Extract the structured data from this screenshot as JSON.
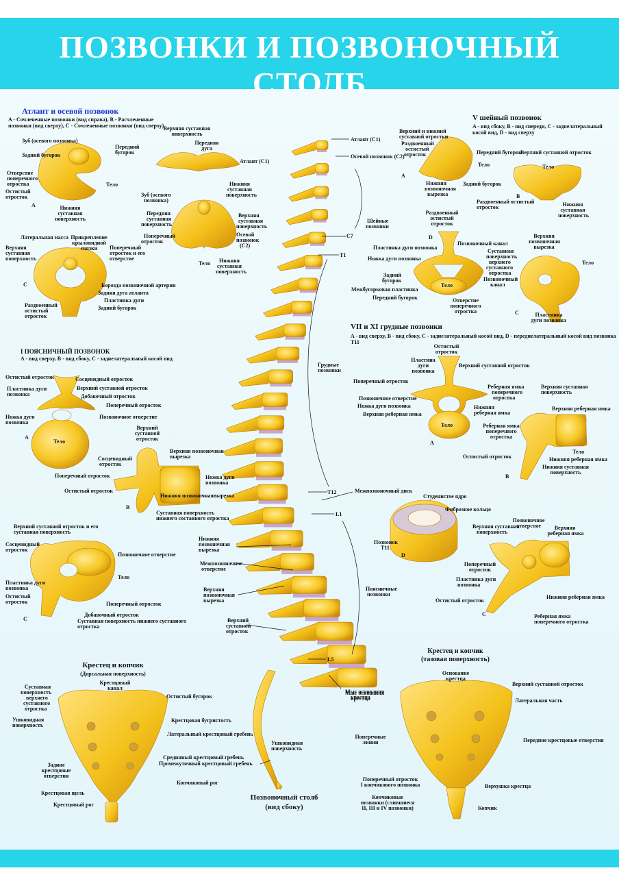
{
  "title": "ПОЗВОНКИ И ПОЗВОНОЧНЫЙ СТОЛБ",
  "colors": {
    "title_bar": "#27d4ea",
    "bone": "#f4c21b",
    "bone_dark": "#c98a0a",
    "disc": "#c9a6c9",
    "background": "#eaf7fb"
  },
  "atlas": {
    "heading": "Атлант и осевой позвонок",
    "description1": "A - Сочлененные позвонки (вид справа), B - Расчлененные",
    "description2": "позвонки (вид сверху), C - Сочлененные позвонки (вид сверху)",
    "labels": {
      "dens_axis": "Зуб (осевого позвонка)",
      "posterior_tubercle": "Задний бугорок",
      "transverse_foramen1": "Отверстие",
      "transverse_foramen2": "поперечного",
      "transverse_foramen3": "отростка",
      "spinous1": "Остистый",
      "spinous2": "отросток",
      "a": "A",
      "anterior_tubercle1": "Передний",
      "anterior_tubercle2": "бугорок",
      "body": "Тело",
      "inferior_articular1": "Нижняя",
      "inferior_articular2": "суставная",
      "inferior_articular3": "поверхность",
      "upper_surface1": "Верхняя суставная",
      "upper_surface2": "поверхность",
      "anterior_arch1": "Передняя",
      "anterior_arch2": "дуга",
      "atlas_c1": "Атлант (C1)",
      "lower_surface1": "Нижняя",
      "lower_surface2": "суставная",
      "lower_surface3": "поверхность",
      "dens_b1": "Зуб (осевого",
      "dens_b2": "позвонка)",
      "anterior_surface1": "Передняя",
      "anterior_surface2": "суставная",
      "anterior_surface3": "поверхность",
      "upper_art_b1": "Верхняя",
      "upper_art_b2": "суставная",
      "upper_art_b3": "поверхность",
      "transverse_process1": "Поперечный",
      "transverse_process2": "отросток",
      "axis1": "Осевой",
      "axis2": "позвонок",
      "axis3": "(C2)",
      "body_b": "Тело",
      "lower_b1": "Нижняя",
      "lower_b2": "суставная",
      "lower_b3": "поверхность",
      "lateral_mass": "Латеральная масса",
      "ligament1": "Прикрепление",
      "ligament2": "крыловидной",
      "ligament3": "связки",
      "upper_c1": "Верхняя",
      "upper_c2": "суставная",
      "upper_c3": "поверхность",
      "transverse_c1": "Поперечный",
      "transverse_c2": "отросток и его",
      "transverse_c3": "отверстие",
      "c": "C",
      "groove": "Борозда позвоночной артерии",
      "posterior_arch": "Задняя дуга атланта",
      "lamina": "Пластинка дуги",
      "posterior_tub": "Задний бугорок",
      "bifid1": "Раздвоенный",
      "bifid2": "остистый",
      "bifid3": "отросток"
    }
  },
  "lumbar": {
    "heading": "I ПОЯСНИЧНЫЙ ПОЗВОНОК",
    "description": "A - вид сверху, B - вид сбоку, C - заднелатеральный косой вид",
    "labels": {
      "spinous": "Остистый отросток",
      "mamillary": "Сосцевидный отросток",
      "lamina1": "Пластинка дуги",
      "lamina2": "позвонка",
      "superior_art": "Верхний суставной отросток",
      "accessory": "Добавочный отросток",
      "transverse": "Поперечный отросток",
      "pedicle1": "Ножка дуги",
      "pedicle2": "позвонка",
      "foramen": "Позвоночное отверстие",
      "body": "Тело",
      "a": "A",
      "sup_art_b1": "Верхний",
      "sup_art_b2": "суставной",
      "sup_art_b3": "отросток",
      "upper_notch1": "Верхняя позвоночная",
      "upper_notch2": "вырезка",
      "mamillary_b1": "Сосцевидный",
      "mamillary_b2": "отросток",
      "transverse_b": "Поперечный отросток",
      "pedicle_b1": "Ножка дуги",
      "pedicle_b2": "позвонка",
      "spinous_b": "Остистый отросток",
      "b": "B",
      "lower_notch": "Нижняя позвоночнаявырезка",
      "art_surface1": "Суставная поверхность",
      "art_surface2": "нижнего составного отростка",
      "sup_art_c1": "Верхний суставной отросток и его",
      "sup_art_c2": "суставная поверхность",
      "mamillary_c1": "Сосцевидный",
      "mamillary_c2": "отросток",
      "foramen_c": "Позвоночное отверстие",
      "body_c": "Тело",
      "lamina_c1": "Пластинка дуги",
      "lamina_c2": "позвонка",
      "spinous_c1": "Остистый",
      "spinous_c2": "отросток",
      "transverse_c": "Поперечный отросток",
      "accessory_c": "Добавочный отросток",
      "art_surface_c": "Суставная поверхность нижнего суставного",
      "art_surface_c2": "отростка",
      "c": "C"
    }
  },
  "sacrum_dorsal": {
    "heading": "Крестец и копчик",
    "subheading": "(Дорсальная поверхность)",
    "labels": {
      "art_surface1": "Суставная",
      "art_surface2": "поверхность",
      "art_surface3": "верхнего",
      "art_surface4": "суставного",
      "art_surface5": "отростка",
      "canal1": "Крестцовый",
      "canal2": "канал",
      "spinous_tub": "Остистый бугорок",
      "auricular1": "Ушковидная",
      "auricular2": "поверхность",
      "tuberosity": "Крестцовая бугристость",
      "lateral_crest": "Латеральный крестцовый гребень",
      "posterior_foramina1": "Задние",
      "posterior_foramina2": "крестцовые",
      "posterior_foramina3": "отверстия",
      "median_crest": "Срединный крестцовый гребень",
      "intermediate_crest": "Промежуточный крестцовый гребень",
      "hiatus": "Крестцовая щель",
      "coccygeal_horn": "Копчиковый рог",
      "sacral_horn": "Крестцовый рог"
    }
  },
  "spine": {
    "caption1": "Позвоночный столб",
    "caption2": "(вид сбоку)",
    "labels": {
      "atlas": "Атлант (C1)",
      "axis": "Осевой позвонок (C2)",
      "cervical1": "Шейные",
      "cervical2": "позвонки",
      "c7": "C7",
      "t1": "T1",
      "thoracic1": "Грудные",
      "thoracic2": "позвонки",
      "t12": "T12",
      "l1": "L1",
      "lumbar1": "Поясничные",
      "lumbar2": "позвонки",
      "l5": "L5",
      "inf_notch1": "Нижняя",
      "inf_notch2": "позвоночная",
      "inf_notch3": "вырезка",
      "foramen1": "Межпозвоночное",
      "foramen2": "отверстие",
      "sup_notch1": "Верхняя",
      "sup_notch2": "позвоночная",
      "sup_notch3": "вырезка",
      "sup_art1": "Верхний",
      "sup_art2": "суставной",
      "sup_art3": "отросток",
      "promontory1": "Мыс основания",
      "promontory2": "крестца",
      "auricular1": "Ушковидная",
      "auricular2": "поверхность"
    }
  },
  "cervical": {
    "heading": "V шейный позвонок",
    "description1": "A - вид сбоку, B - вид спереди, C - заднелатеральный",
    "description2": "косой вид, D - вид сверху",
    "labels": {
      "art1": "Верхний и нижний",
      "art2": "суставной отростки",
      "bifid1": "Раздвоенный",
      "bifid2": "остистый",
      "bifid3": "отросток",
      "ant_tub": "Передний бугорок",
      "body": "Тело",
      "post_tub": "Задний бугорок",
      "a": "A",
      "low_notch1": "Нижняя",
      "low_notch2": "позвоночная",
      "low_notch3": "вырезка",
      "upper_proc": "Верхний суставной отросток",
      "body_b": "Тело",
      "b": "B",
      "bifid_b1": "Раздвоенный остистый",
      "bifid_b2": "отросток",
      "low_surf1": "Нижняя",
      "low_surf2": "суставная",
      "low_surf3": "поверхность",
      "bifid_d1": "Раздвоенный",
      "bifid_d2": "остистый",
      "bifid_d3": "отросток",
      "d": "D",
      "canal": "Позвоночный канал",
      "lamina": "Пластинка дуги позвонка",
      "pedicle": "Ножка дуги позвонка",
      "sup_surf1": "Суставная",
      "sup_surf2": "поверхность",
      "sup_surf3": "верхнего",
      "sup_surf4": "суставного",
      "sup_surf5": "отростка",
      "canal_d1": "Позвоночный",
      "canal_d2": "канал",
      "post_tub_d1": "Задний",
      "post_tub_d2": "бугорок",
      "body_d": "Тело",
      "intertub": "Межбугорковая пластинка",
      "ant_tub_d": "Передний бугорок",
      "trans_foramen1": "Отверстие",
      "trans_foramen2": "поперечного",
      "trans_foramen3": "отростка",
      "up_notch1": "Верхняя",
      "up_notch2": "позвоночная",
      "up_notch3": "вырезка",
      "body_c": "Тело",
      "c": "C",
      "lamina_c1": "Пластинка",
      "lamina_c2": "дуги позвонка"
    }
  },
  "thoracic": {
    "heading": "VII и XI грудные позвонки",
    "description": "A - вид сверху, B - вид сбоку, C - заднелатеральный косой вид, D - переднелатеральный косой вид позвонка T11",
    "labels": {
      "spinous1": "Остистый",
      "spinous2": "отросток",
      "lamina1": "Пластина",
      "lamina2": "дуги",
      "lamina3": "позвонка",
      "sup_art": "Верхний суставной отросток",
      "transverse": "Поперечный отросток",
      "costal_facet1": "Реберная ямка",
      "costal_facet2": "поперечного",
      "costal_facet3": "отростка",
      "foramen": "Позвоночное отверстие",
      "pedicle": "Ножка дуги позвонка",
      "lower_costal1": "Нижняя",
      "lower_costal2": "реберная ямка",
      "upper_costal": "Верхняя реберная ямка",
      "body": "Тело",
      "a": "A",
      "sup_surf_b1": "Верхняя суставная",
      "sup_surf_b2": "поверхность",
      "upper_costal_b": "Верхняя реберная ямка",
      "costal_facet_b1": "Реберная ямка",
      "costal_facet_b2": "поперечного",
      "costal_facet_b3": "отростка",
      "body_b": "Тело",
      "spinous_b": "Остистый отросток",
      "lower_costal_b": "Нижняя реберная ямка",
      "low_surf_b1": "Нижняя суставная",
      "low_surf_b2": "поверхность",
      "b": "B",
      "disc": "Межпозвоночный диск",
      "nucleus": "Студенистое ядро",
      "annulus": "Фиброзное кольцо",
      "vertebra1": "Позвонок",
      "vertebra2": "T11",
      "d": "D",
      "foramen_c1": "Позвоночное",
      "foramen_c2": "отверстие",
      "sup_surf_c1": "Верхняя суставная",
      "sup_surf_c2": "поверхность",
      "upper_costal_c1": "Верхняя",
      "upper_costal_c2": "реберная ямка",
      "transverse_c1": "Поперечный",
      "transverse_c2": "отросток",
      "lamina_c1": "Пластинка дуги",
      "lamina_c2": "позвонка",
      "spinous_c": "Остистый отросток",
      "lower_costal_c": "Нижняя реберная ямка",
      "costal_facet_c1": "Реберная ямка",
      "costal_facet_c2": "поперечного отростка",
      "c": "C"
    }
  },
  "sacrum_pelvic": {
    "heading1": "Крестец и копчик",
    "heading2": "(тазовая поверхность)",
    "labels": {
      "base1": "Основание",
      "base2": "крестца",
      "sup_art": "Верхний суставной отросток",
      "lateral": "Латеральная часть",
      "promontory1": "Мыс основания",
      "promontory2": "крестца",
      "transverse_lines1": "Поперечные",
      "transverse_lines2": "линии",
      "anterior_foramina": "Передние крестцовые отверстия",
      "coccyx_tp1": "Поперечный отросток",
      "coccyx_tp2": "I копчикового позвонка",
      "apex": "Верхушка крестца",
      "coccyx_v1": "Копчиковые",
      "coccyx_v2": "позвонки (слившиеся",
      "coccyx_v3": "II, III и IV позвонки)",
      "coccyx": "Копчик"
    }
  }
}
